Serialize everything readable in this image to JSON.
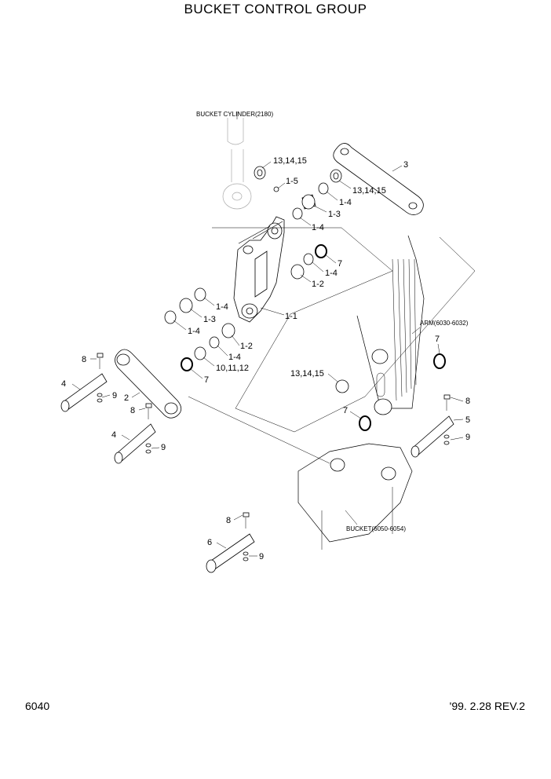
{
  "title": "BUCKET CONTROL GROUP",
  "page_number": "6040",
  "revision": "'99. 2.28 REV.2",
  "references": {
    "cylinder": "BUCKET CYLINDER(2180)",
    "arm": "ARM(6030-6032)",
    "bucket": "BUCKET(6050-6054)"
  },
  "callouts": {
    "c_13_14_15_a": "13,14,15",
    "c_1_5": "1-5",
    "c_3": "3",
    "c_13_14_15_b": "13,14,15",
    "c_1_4_a": "1-4",
    "c_1_3_a": "1-3",
    "c_1_4_b": "1-4",
    "c_7_a": "7",
    "c_1_4_c": "1-4",
    "c_1_2_a": "1-2",
    "c_1_4_d": "1-4",
    "c_1_3_b": "1-3",
    "c_1_1": "1-1",
    "c_1_4_e": "1-4",
    "c_1_2_b": "1-2",
    "c_1_4_f": "1-4",
    "c_10_11_12": "10,11,12",
    "c_7_b": "7",
    "c_7_c": "7",
    "c_8_a": "8",
    "c_4_a": "4",
    "c_9_a": "9",
    "c_2": "2",
    "c_8_b": "8",
    "c_4_b": "4",
    "c_9_b": "9",
    "c_13_14_15_c": "13,14,15",
    "c_7_d": "7",
    "c_8_c": "8",
    "c_5": "5",
    "c_9_c": "9",
    "c_8_d": "8",
    "c_6": "6",
    "c_9_d": "9"
  }
}
